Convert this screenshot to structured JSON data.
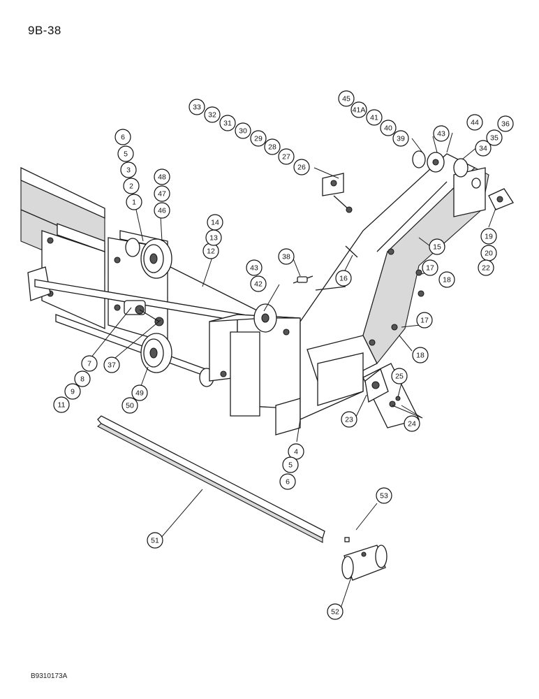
{
  "page_id": "9B-38",
  "figure_ref": "B9310173A",
  "callouts": [
    "1",
    "2",
    "3",
    "4",
    "5",
    "6",
    "7",
    "8",
    "9",
    "11",
    "12",
    "13",
    "14",
    "15",
    "16",
    "17",
    "18",
    "19",
    "20",
    "22",
    "23",
    "24",
    "25",
    "26",
    "27",
    "28",
    "29",
    "30",
    "31",
    "32",
    "33",
    "34",
    "35",
    "36",
    "37",
    "38",
    "39",
    "40",
    "41",
    "41A",
    "42",
    "43",
    "44",
    "45",
    "46",
    "47",
    "48",
    "49",
    "50",
    "51",
    "52",
    "53"
  ]
}
